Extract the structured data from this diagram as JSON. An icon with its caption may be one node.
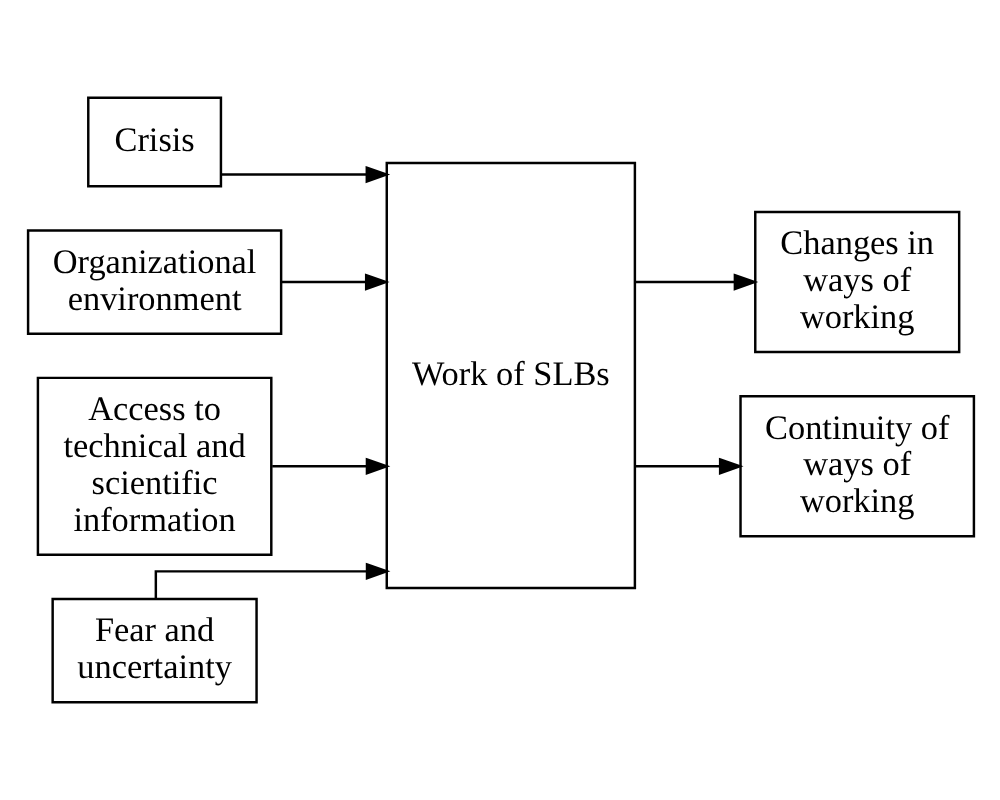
{
  "diagram": {
    "nodes": [
      {
        "text": [
          "Crisis"
        ]
      },
      {
        "text": [
          "Organizational environment"
        ]
      },
      {
        "text": [
          "Access to technical and scientific information"
        ]
      },
      {
        "text": [
          "Fear and uncertainty"
        ]
      },
      {
        "text": [
          "Work of SLBs"
        ]
      },
      {
        "text": [
          "Changes in ways of working"
        ]
      },
      {
        "text": [
          "Continuity of ways of working"
        ]
      }
    ],
    "edges": [
      {
        "from": 0,
        "to": 4,
        "arrow": "to"
      },
      {
        "from": 1,
        "to": 4,
        "arrow": "to"
      },
      {
        "from": 2,
        "to": 4,
        "arrow": "to"
      },
      {
        "from": 3,
        "to": 4,
        "arrow": "to"
      },
      {
        "from": 4,
        "to": 5,
        "arrow": "to"
      },
      {
        "from": 4,
        "to": 6,
        "arrow": "to"
      }
    ]
  }
}
